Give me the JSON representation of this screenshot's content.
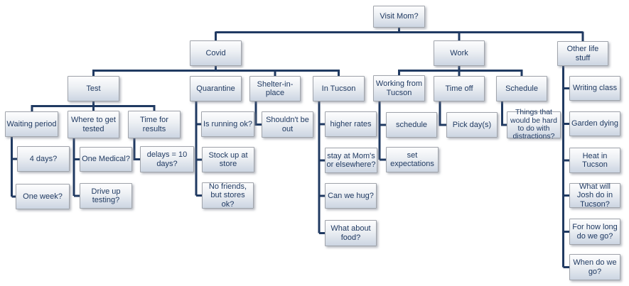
{
  "diagram": {
    "root": {
      "label": "Visit Mom?",
      "children": [
        {
          "label": "Covid",
          "children": [
            {
              "label": "Test",
              "children": [
                {
                  "label": "Waiting period",
                  "children": [
                    {
                      "label": "4 days?"
                    },
                    {
                      "label": "One week?"
                    }
                  ]
                },
                {
                  "label": "Where to get tested",
                  "children": [
                    {
                      "label": "One Medical?"
                    },
                    {
                      "label": "Drive up testing?"
                    }
                  ]
                },
                {
                  "label": "Time for results",
                  "children": [
                    {
                      "label": "delays = 10 days?"
                    }
                  ]
                }
              ]
            },
            {
              "label": "Quarantine",
              "children": [
                {
                  "label": "Is running ok?"
                },
                {
                  "label": "Stock up at store"
                },
                {
                  "label": "No friends, but stores ok?"
                }
              ]
            },
            {
              "label": "Shelter-in-place",
              "children": [
                {
                  "label": "Shouldn't be out"
                }
              ]
            },
            {
              "label": "In Tucson",
              "children": [
                {
                  "label": "higher rates"
                },
                {
                  "label": "stay at Mom's or elsewhere?"
                },
                {
                  "label": "Can we hug?"
                },
                {
                  "label": "What about food?"
                }
              ]
            }
          ]
        },
        {
          "label": "Work",
          "children": [
            {
              "label": "Working from Tucson",
              "children": [
                {
                  "label": "schedule"
                },
                {
                  "label": "set expectations"
                }
              ]
            },
            {
              "label": "Time off",
              "children": [
                {
                  "label": "Pick day(s)"
                }
              ]
            },
            {
              "label": "Schedule",
              "children": [
                {
                  "label": "Things that would be hard to do with distractions?"
                }
              ]
            }
          ]
        },
        {
          "label": "Other life stuff",
          "children": [
            {
              "label": "Writing class"
            },
            {
              "label": "Garden dying"
            },
            {
              "label": "Heat in Tucson"
            },
            {
              "label": "What will Josh do in Tucson?"
            },
            {
              "label": "For how long do we go?"
            },
            {
              "label": "When do we go?"
            }
          ]
        }
      ]
    },
    "colors": {
      "node_text": "#203a62",
      "connector": "#203a62",
      "node_border": "#a0a4ab",
      "node_fill_top": "#fdfdfe",
      "node_fill_bottom": "#ccd5e2",
      "background": "#ffffff"
    }
  }
}
